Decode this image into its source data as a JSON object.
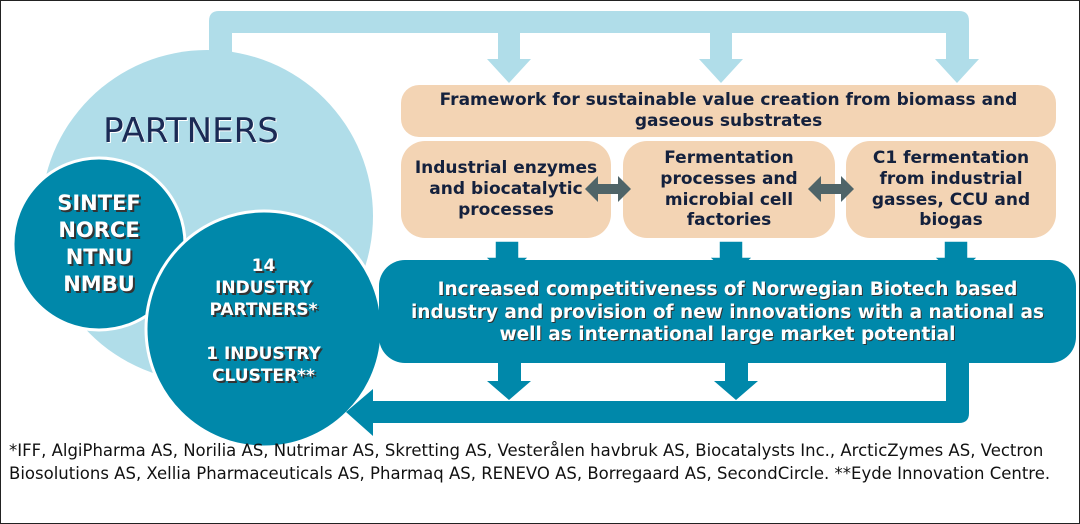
{
  "partners": {
    "title": "PARTNERS",
    "research": [
      "SINTEF",
      "NORCE",
      "NTNU",
      "NMBU"
    ],
    "industry_count": "14",
    "industry_label_1": "INDUSTRY",
    "industry_label_2": "PARTNERS*",
    "cluster_label_1": "1 INDUSTRY",
    "cluster_label_2": "CLUSTER**"
  },
  "framework": "Framework for sustainable value creation from biomass and gaseous substrates",
  "pillars": [
    "Industrial enzymes and biocatalytic processes",
    "Fermentation processes and microbial cell factories",
    "C1 fermentation from industrial gasses, CCU and biogas"
  ],
  "outcome": "Increased competitiveness of Norwegian Biotech based industry and provision of new innovations with a national as well as international large market potential",
  "footnote": "*IFF, AlgiPharma AS, Norilia AS, Nutrimar AS, Skretting AS, Vesterålen havbruk AS, Biocatalysts Inc., ArcticZymes AS, Vectron Biosolutions AS, Xellia Pharmaceuticals AS, Pharmaq AS, RENEVO AS, Borregaard AS, SecondCircle. **Eyde Innovation Centre.",
  "colors": {
    "light_blue": "#b0dde9",
    "teal": "#0088aa",
    "tan": "#f3d4b4",
    "grey_arrow": "#4f6468",
    "navy": "#1b2a55"
  }
}
